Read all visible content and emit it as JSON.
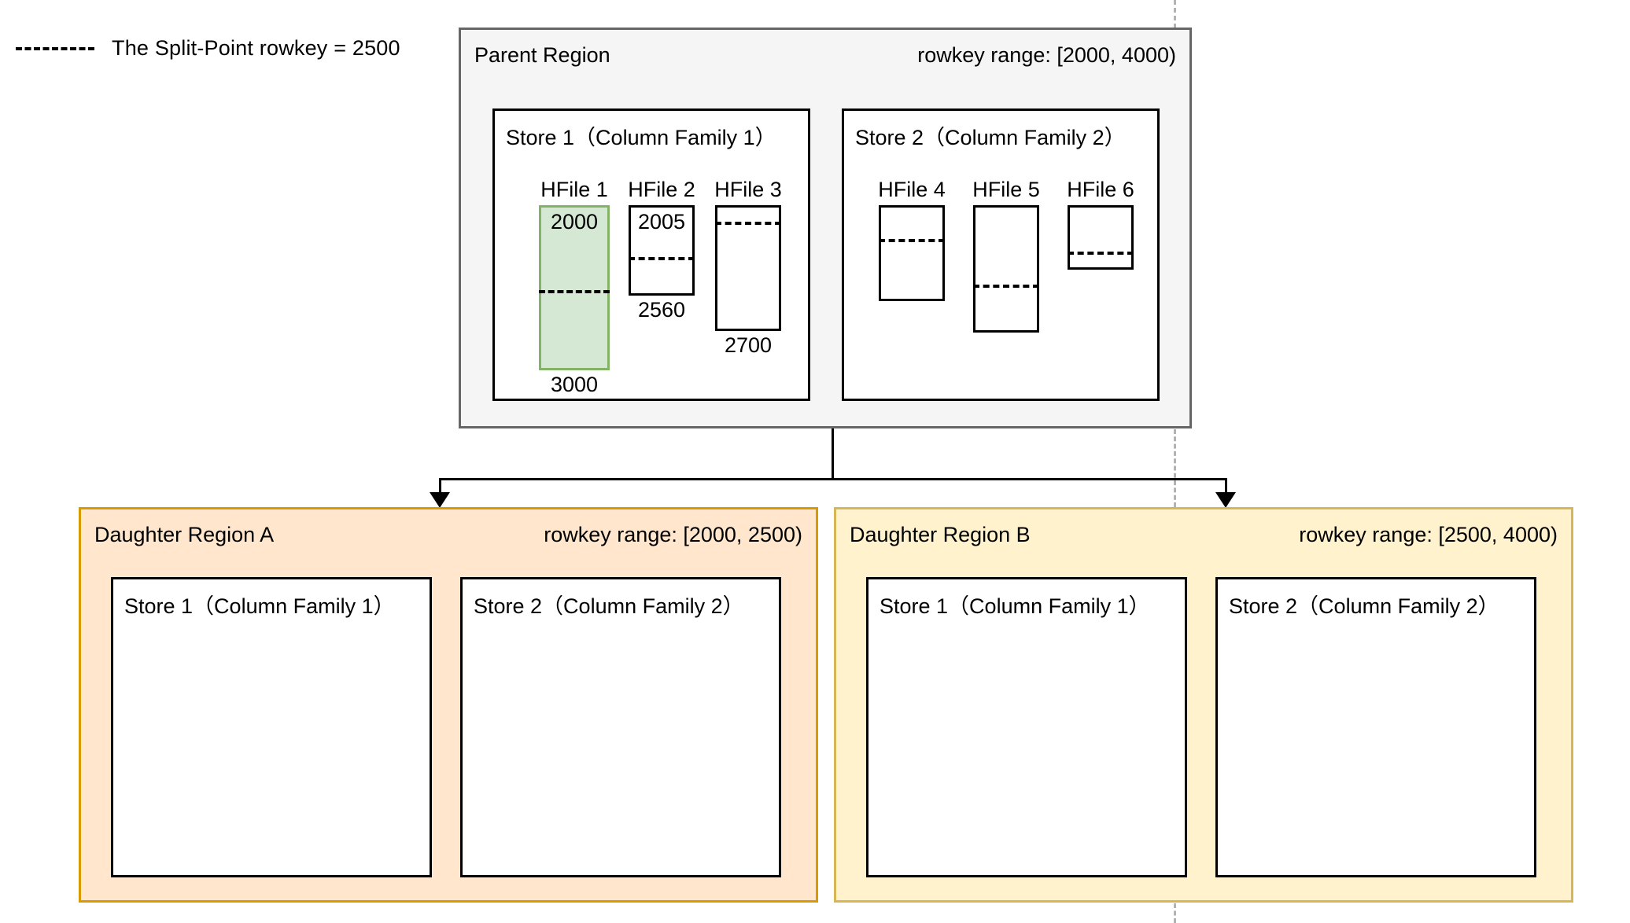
{
  "legend": {
    "icon": "dashed-line-icon",
    "text_prefix": "The Split-Point rowkey = ",
    "value": "2500",
    "full_text": "The Split-Point rowkey = 2500"
  },
  "colors": {
    "parent_fill": "#f5f5f5",
    "parent_stroke": "#666666",
    "daughter_a_fill": "#ffe6cc",
    "daughter_a_stroke": "#d79b00",
    "daughter_b_fill": "#fff2cc",
    "daughter_b_stroke": "#d6b656",
    "hfile_highlight_fill": "#d5e8d4",
    "hfile_highlight_stroke": "#82b366",
    "split_guide": "#b3b3b3",
    "default_stroke": "#000000"
  },
  "parent_region": {
    "title": "Parent Region",
    "rowkey_range": "rowkey range: [2000, 4000)",
    "stores": [
      {
        "label": "Store 1（Column Family 1）",
        "hfiles": [
          {
            "label": "HFile 1",
            "start": "2000",
            "end": "3000",
            "highlighted": true,
            "split_ratio": 0.5
          },
          {
            "label": "HFile 2",
            "start": "2005",
            "end": "2560",
            "highlighted": false,
            "split_ratio": 0.55
          },
          {
            "label": "HFile 3",
            "start": "",
            "end": "2700",
            "highlighted": false,
            "split_ratio": 0.1
          }
        ]
      },
      {
        "label": "Store 2（Column Family 2）",
        "hfiles": [
          {
            "label": "HFile 4",
            "start": "",
            "end": "",
            "highlighted": false,
            "split_ratio": 0.33
          },
          {
            "label": "HFile 5",
            "start": "",
            "end": "",
            "highlighted": false,
            "split_ratio": 0.62
          },
          {
            "label": "HFile 6",
            "start": "",
            "end": "",
            "highlighted": false,
            "split_ratio": 0.72
          }
        ]
      }
    ]
  },
  "daughter_regions": [
    {
      "id": "A",
      "title": "Daughter Region A",
      "rowkey_range": "rowkey range: [2000, 2500)",
      "stores": [
        {
          "label": "Store 1（Column Family 1）"
        },
        {
          "label": "Store 2（Column Family 2）"
        }
      ]
    },
    {
      "id": "B",
      "title": "Daughter Region B",
      "rowkey_range": "rowkey range: [2500, 4000)",
      "stores": [
        {
          "label": "Store 1（Column Family 1）"
        },
        {
          "label": "Store 2（Column Family 2）"
        }
      ]
    }
  ]
}
